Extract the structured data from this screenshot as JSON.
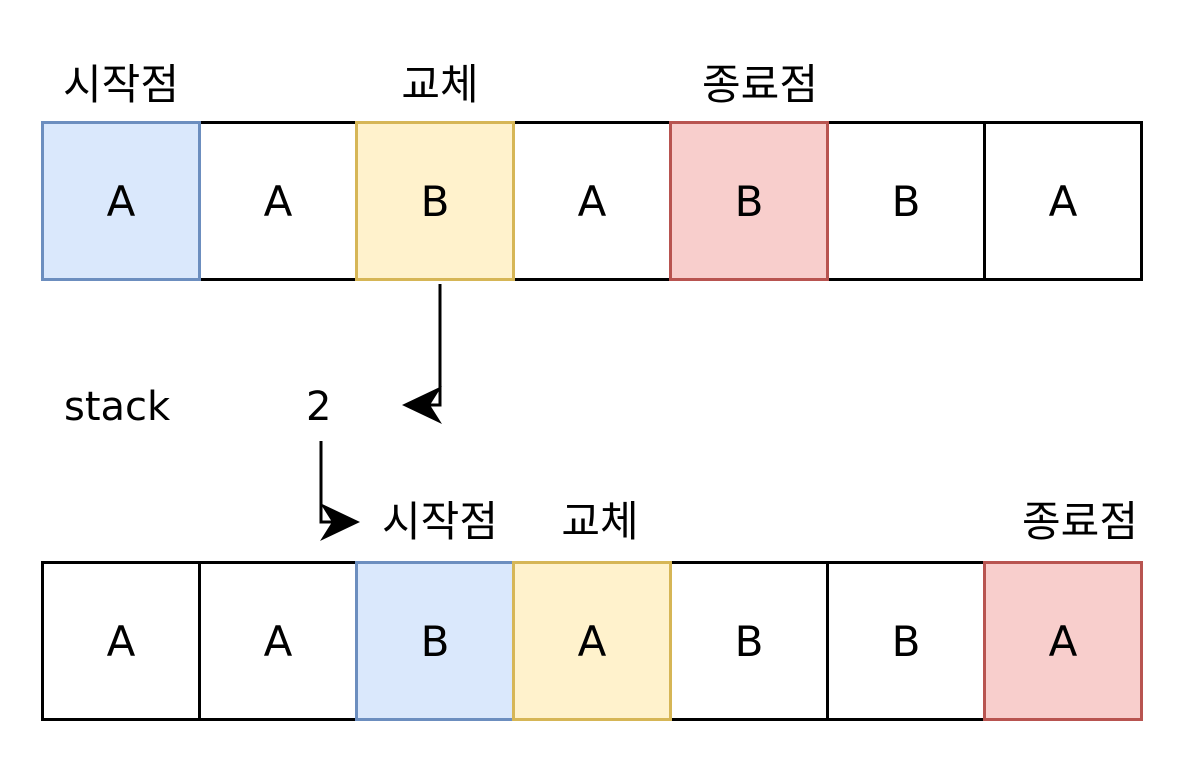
{
  "top": {
    "labels": {
      "start": "시작점",
      "swap": "교체",
      "end": "종료점"
    },
    "cells": [
      {
        "text": "A",
        "color": "blue"
      },
      {
        "text": "A",
        "color": "none"
      },
      {
        "text": "B",
        "color": "yellow"
      },
      {
        "text": "A",
        "color": "none"
      },
      {
        "text": "B",
        "color": "red"
      },
      {
        "text": "B",
        "color": "none"
      },
      {
        "text": "A",
        "color": "none"
      }
    ]
  },
  "stack": {
    "label": "stack",
    "value": "2"
  },
  "bottom": {
    "labels": {
      "start": "시작점",
      "swap": "교체",
      "end": "종료점"
    },
    "cells": [
      {
        "text": "A",
        "color": "none"
      },
      {
        "text": "A",
        "color": "none"
      },
      {
        "text": "B",
        "color": "blue"
      },
      {
        "text": "A",
        "color": "yellow"
      },
      {
        "text": "B",
        "color": "none"
      },
      {
        "text": "B",
        "color": "none"
      },
      {
        "text": "A",
        "color": "red"
      }
    ]
  },
  "colors": {
    "blue_fill": "#dae8fc",
    "blue_stroke": "#6c8ebf",
    "yellow_fill": "#fff2cc",
    "yellow_stroke": "#d6b656",
    "red_fill": "#f8cecc",
    "red_stroke": "#b85450"
  }
}
